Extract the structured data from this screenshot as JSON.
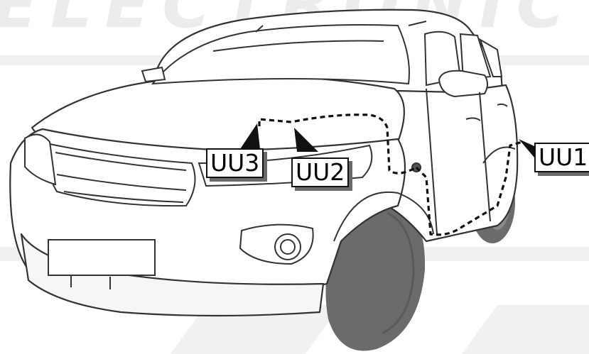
{
  "watermark": {
    "text": "ELECTRONIC",
    "color": "#ececec"
  },
  "labels": {
    "uu1": "UU1",
    "uu2": "UU2",
    "uu3": "UU3"
  },
  "colors": {
    "outline": "#333333",
    "tire": "#6b6b6b",
    "harness": "#111111",
    "label_shadow": "#6a6a6a"
  }
}
